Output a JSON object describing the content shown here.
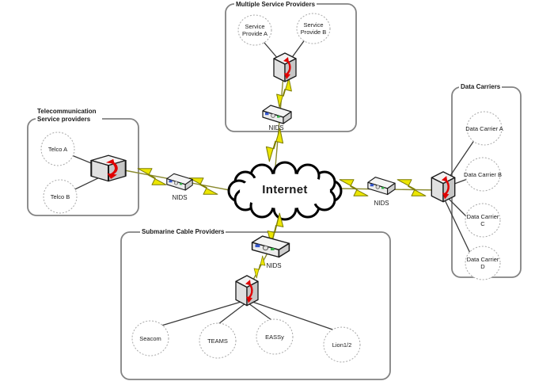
{
  "internet": {
    "label": "Internet"
  },
  "nids": {
    "label": "NIDS"
  },
  "groups": {
    "msp": {
      "title": "Multiple Service Providers",
      "nodes": {
        "a": "Service Provide A",
        "b": "Service Provide B"
      }
    },
    "telecom": {
      "title": "Telecommunication Service providers",
      "nodes": {
        "a": "Telco A",
        "b": "Telco B"
      }
    },
    "carriers": {
      "title": "Data Carriers",
      "nodes": {
        "a": "Data Carrier A",
        "b": "Data Carrier B",
        "c": "Data Carrier C",
        "d": "Data Carrier D"
      }
    },
    "submarine": {
      "title": "Submarine Cable Providers",
      "nodes": {
        "a": "Seacom",
        "b": "TEAMS",
        "c": "EASSy",
        "d": "Lion1/2"
      }
    }
  },
  "colors": {
    "bolt_fill": "#ece600",
    "bolt_stroke": "#7c7c00",
    "router_arrow": "#e00000",
    "group_border": "#828282",
    "node_line": "#3a3a3a",
    "link_line": "#8a8a30"
  }
}
